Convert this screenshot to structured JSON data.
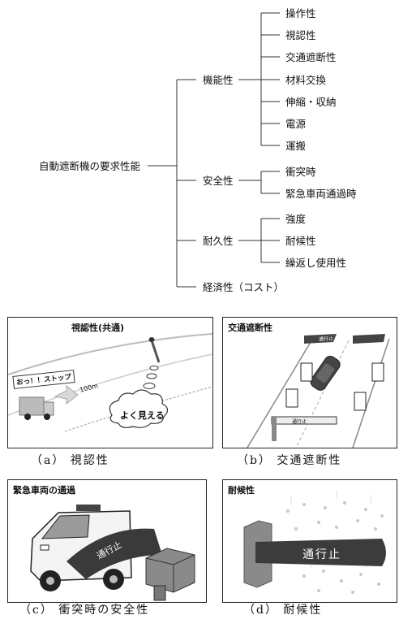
{
  "tree": {
    "root": "自動遮断機の要求性能",
    "groups": [
      {
        "label": "機能性",
        "items": [
          "操作性",
          "視認性",
          "交通遮断性",
          "材料交換",
          "伸縮・収納",
          "電源",
          "運搬"
        ]
      },
      {
        "label": "安全性",
        "items": [
          "衝突時",
          "緊急車両通過時"
        ]
      },
      {
        "label": "耐久性",
        "items": [
          "強度",
          "耐候性",
          "繰返し使用性"
        ]
      },
      {
        "label": "経済性（コスト）",
        "items": []
      }
    ]
  },
  "panels": {
    "a": {
      "title": "視認性(共通)",
      "bubble": "おっ！！ストップ",
      "distance": "100m",
      "cloud": "よく見える",
      "caption": "（a） 視認性"
    },
    "b": {
      "title": "交通遮断性",
      "sign": "通行止",
      "block": "通行止",
      "caption": "（b） 交通遮断性"
    },
    "c": {
      "title": "緊急車両の通過",
      "arm": "通行止",
      "caption": "（c） 衝突時の安全性"
    },
    "d": {
      "title": "耐候性",
      "arm": "通行止",
      "caption": "（d） 耐候性"
    }
  }
}
